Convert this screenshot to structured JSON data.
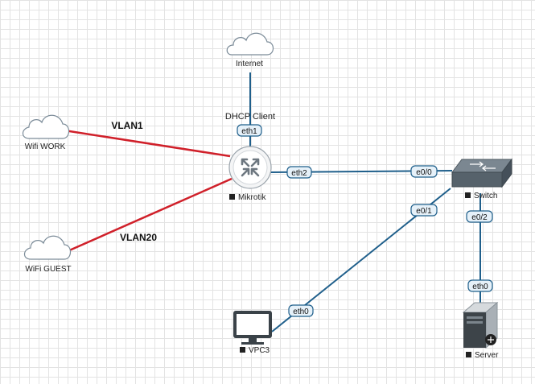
{
  "nodes": {
    "internet": {
      "label": "Internet"
    },
    "wifi_work": {
      "label": "Wifi WORK"
    },
    "wifi_guest": {
      "label": "WiFi GUEST"
    },
    "mikrotik": {
      "label": "Mikrotik"
    },
    "switch": {
      "label": "Switch"
    },
    "vpc3": {
      "label": "VPC3"
    },
    "server": {
      "label": "Server"
    }
  },
  "annotations": {
    "dhcp": "DHCP Client",
    "vlan1": "VLAN1",
    "vlan20": "VLAN20"
  },
  "ports": {
    "mikrotik_eth1": "eth1",
    "mikrotik_eth2": "eth2",
    "switch_e0_0": "e0/0",
    "switch_e0_1": "e0/1",
    "switch_e0_2": "e0/2",
    "vpc3_eth0": "eth0",
    "server_eth0": "eth0"
  },
  "colors": {
    "vlan_link": "#d0202a",
    "link": "#1f5f8b",
    "port_border": "#1f5f8b",
    "port_fill": "#e6f1f9"
  },
  "icons": {
    "internet": "cloud-icon",
    "wifi_work": "cloud-icon",
    "wifi_guest": "cloud-icon",
    "mikrotik": "router-icon",
    "switch": "switch-icon",
    "vpc3": "monitor-icon",
    "server": "server-tower-icon"
  }
}
